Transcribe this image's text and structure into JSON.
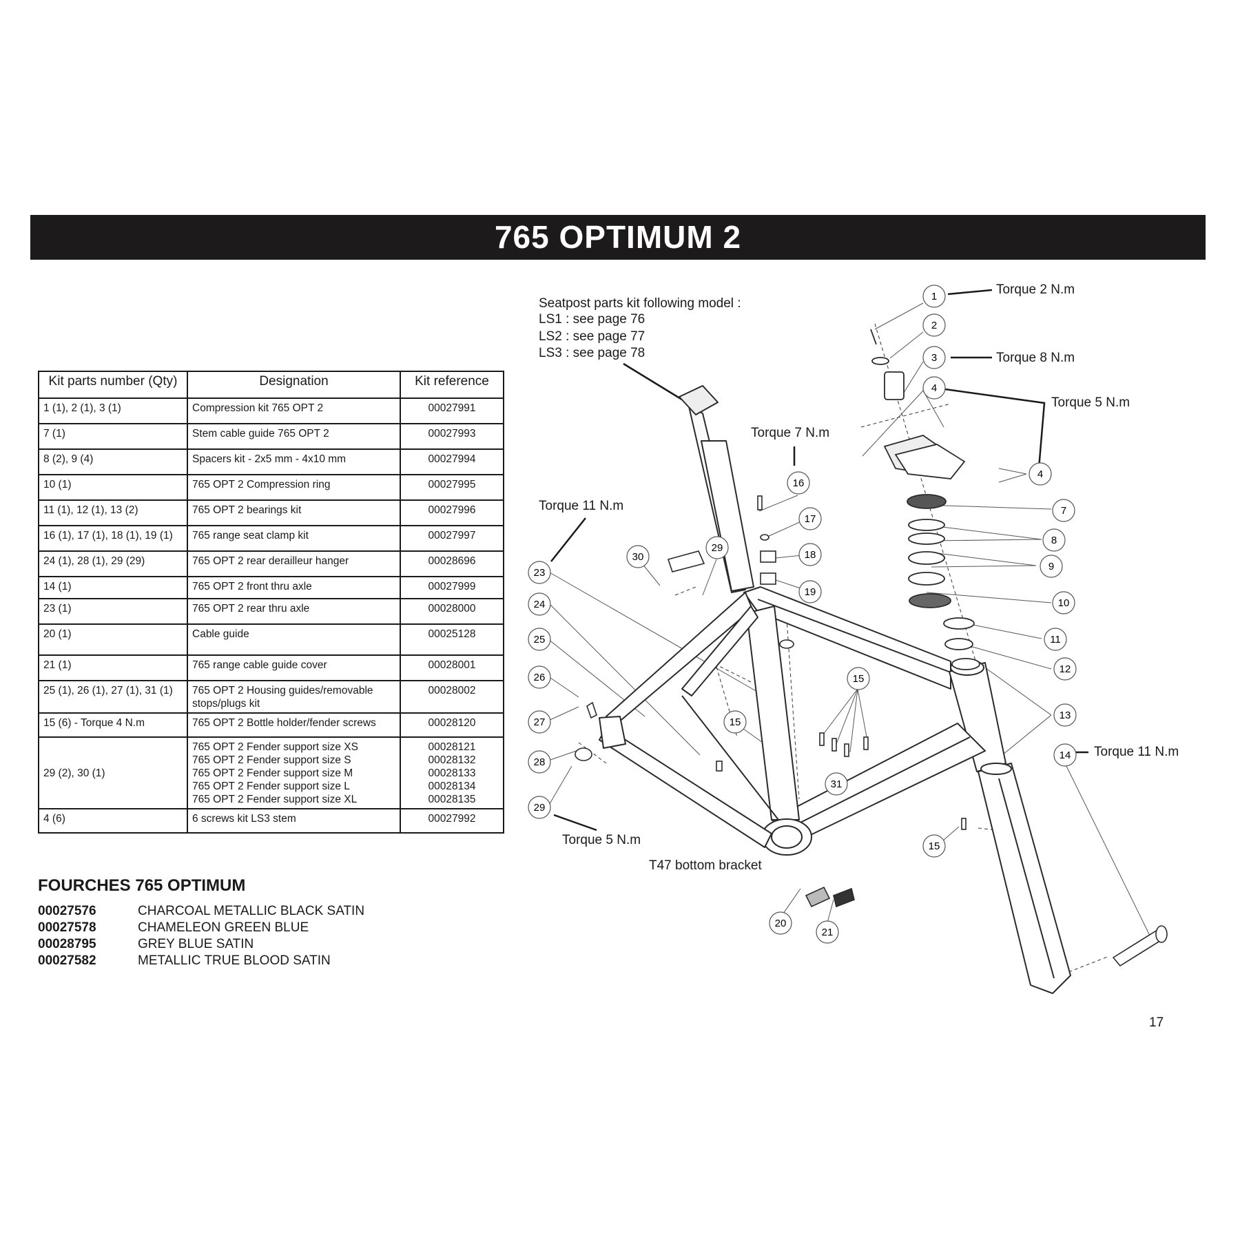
{
  "title": "765 OPTIMUM 2",
  "table": {
    "headers": [
      "Kit parts number (Qty)",
      "Designation",
      "Kit reference"
    ],
    "rows": [
      {
        "parts": "1 (1), 2 (1), 3 (1)",
        "designation": "Compression kit 765 OPT 2",
        "reference": "00027991"
      },
      {
        "parts": "7 (1)",
        "designation": "Stem cable guide 765 OPT 2",
        "reference": "00027993"
      },
      {
        "parts": "8 (2), 9 (4)",
        "designation": "Spacers kit - 2x5 mm - 4x10 mm",
        "reference": "00027994"
      },
      {
        "parts": "10 (1)",
        "designation": "765 OPT 2 Compression ring",
        "reference": "00027995"
      },
      {
        "parts": "11 (1), 12 (1), 13 (2)",
        "designation": "765 OPT 2 bearings kit",
        "reference": "00027996"
      },
      {
        "parts": "16 (1), 17 (1), 18 (1), 19 (1)",
        "designation": "765 range seat clamp kit",
        "reference": "00027997"
      },
      {
        "parts": "24 (1), 28 (1), 29 (29)",
        "designation": "765 OPT 2 rear derailleur hanger",
        "reference": "00028696"
      },
      {
        "parts": "14 (1)",
        "designation": "765 OPT 2 front thru axle",
        "reference": "00027999"
      },
      {
        "parts": "23 (1)",
        "designation": "765 OPT 2 rear thru axle",
        "reference": "00028000"
      },
      {
        "parts": "20 (1)",
        "designation": "Cable guide",
        "reference": "00025128"
      },
      {
        "parts": "21 (1)",
        "designation": "765 range cable guide cover",
        "reference": "00028001"
      },
      {
        "parts": "25 (1), 26 (1), 27 (1), 31 (1)",
        "designation": "765 OPT 2 Housing guides/removable\nstops/plugs kit",
        "reference": "00028002"
      },
      {
        "parts": "15 (6) - Torque 4 N.m",
        "designation": "765 OPT 2 Bottle holder/fender screws",
        "reference": "00028120"
      },
      {
        "parts": "29 (2), 30 (1)",
        "designation": "765 OPT 2 Fender support size XS\n765 OPT 2 Fender support size S\n765 OPT 2 Fender support size M\n765 OPT 2 Fender support size L\n765 OPT 2 Fender support size XL",
        "reference": "00028121\n00028132\n00028133\n00028134\n00028135"
      },
      {
        "parts": "4 (6)",
        "designation": "6 screws kit LS3 stem",
        "reference": "00027992"
      }
    ]
  },
  "forks": {
    "title": "FOURCHES 765 OPTIMUM",
    "items": [
      {
        "code": "00027576",
        "name": "CHARCOAL METALLIC BLACK SATIN"
      },
      {
        "code": "00027578",
        "name": "CHAMELEON GREEN BLUE"
      },
      {
        "code": "00028795",
        "name": "GREY BLUE SATIN"
      },
      {
        "code": "00027582",
        "name": "METALLIC TRUE BLOOD SATIN"
      }
    ]
  },
  "diagram": {
    "seatpost_note": [
      "Seatpost parts kit following model :",
      "LS1 : see page 76",
      "LS2 : see page 77",
      "LS3 : see page 78"
    ],
    "torque_labels": {
      "t2": "Torque 2 N.m",
      "t8": "Torque 8 N.m",
      "t5_stem": "Torque 5 N.m",
      "t7": "Torque 7 N.m",
      "t11_rear": "Torque 11 N.m",
      "t11_front": "Torque 11 N.m",
      "t5_hanger": "Torque 5 N.m"
    },
    "bb_label": "T47 bottom bracket",
    "callouts": [
      "1",
      "2",
      "3",
      "4",
      "4",
      "7",
      "8",
      "9",
      "10",
      "11",
      "12",
      "13",
      "14",
      "15",
      "15",
      "15",
      "16",
      "17",
      "18",
      "19",
      "20",
      "21",
      "23",
      "24",
      "25",
      "26",
      "27",
      "28",
      "29",
      "29",
      "30",
      "31"
    ]
  },
  "page_number": "17"
}
